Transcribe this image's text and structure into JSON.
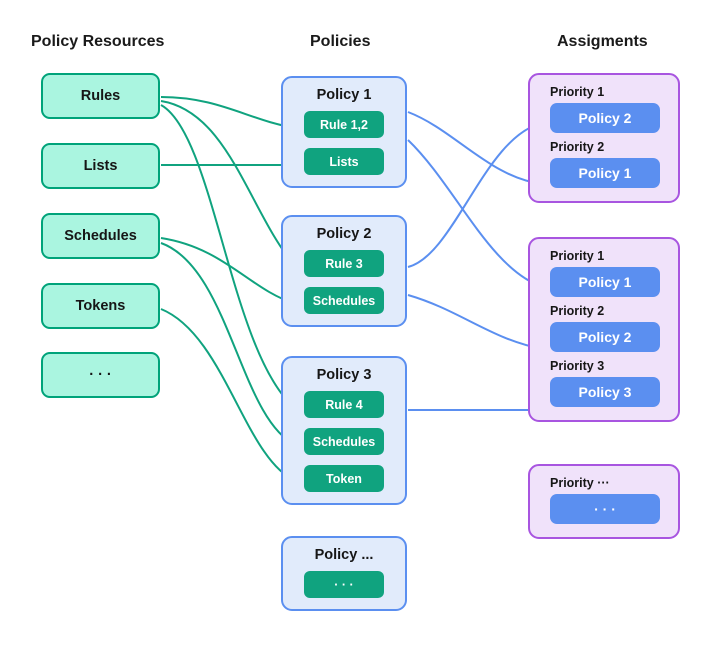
{
  "columns": {
    "resources_title": "Policy Resources",
    "policies_title": "Policies",
    "assignments_title": "Assigments"
  },
  "colors": {
    "resource_fill": "#aaf5e0",
    "resource_border": "#00a37a",
    "policy_fill": "#e1ebfb",
    "policy_border": "#5b8ff0",
    "chip_green": "#10a37f",
    "assignment_fill": "#f0e2fa",
    "assignment_border": "#a855e0",
    "chip_blue": "#5b8ff0",
    "edge_green": "#10a37f",
    "edge_blue": "#5b8ff0",
    "background": "#ffffff",
    "text": "#161616"
  },
  "resources": [
    {
      "label": "Rules"
    },
    {
      "label": "Lists"
    },
    {
      "label": "Schedules"
    },
    {
      "label": "Tokens"
    },
    {
      "label": "· · ·"
    }
  ],
  "policies": [
    {
      "title": "Policy 1",
      "items": [
        "Rule 1,2",
        "Lists"
      ]
    },
    {
      "title": "Policy 2",
      "items": [
        "Rule 3",
        "Schedules"
      ]
    },
    {
      "title": "Policy 3",
      "items": [
        "Rule 4",
        "Schedules",
        "Token"
      ]
    },
    {
      "title": "Policy ...",
      "items": [
        "· · ·"
      ]
    }
  ],
  "assignments": [
    {
      "entries": [
        {
          "priority": "Priority 1",
          "policy": "Policy 2"
        },
        {
          "priority": "Priority 2",
          "policy": "Policy 1"
        }
      ]
    },
    {
      "entries": [
        {
          "priority": "Priority 1",
          "policy": "Policy 1"
        },
        {
          "priority": "Priority 2",
          "policy": "Policy 2"
        },
        {
          "priority": "Priority 3",
          "policy": "Policy 3"
        }
      ]
    },
    {
      "entries": [
        {
          "priority": "Priority ···",
          "policy": "· · ·"
        }
      ]
    }
  ],
  "edges": {
    "resource_to_policy": [
      {
        "from": "Rules",
        "to": "Policy 1 / Rule 1,2"
      },
      {
        "from": "Rules",
        "to": "Policy 2 / Rule 3"
      },
      {
        "from": "Rules",
        "to": "Policy 3 / Rule 4"
      },
      {
        "from": "Lists",
        "to": "Policy 1 / Lists"
      },
      {
        "from": "Schedules",
        "to": "Policy 2 / Schedules"
      },
      {
        "from": "Schedules",
        "to": "Policy 3 / Schedules"
      },
      {
        "from": "Tokens",
        "to": "Policy 3 / Token"
      }
    ],
    "policy_to_assignment": [
      {
        "from": "Policy 1",
        "to": "Assignment 1 / Priority 2"
      },
      {
        "from": "Policy 1",
        "to": "Assignment 2 / Priority 1"
      },
      {
        "from": "Policy 2",
        "to": "Assignment 1 / Priority 1"
      },
      {
        "from": "Policy 2",
        "to": "Assignment 2 / Priority 2"
      },
      {
        "from": "Policy 3",
        "to": "Assignment 2 / Priority 3"
      }
    ]
  }
}
